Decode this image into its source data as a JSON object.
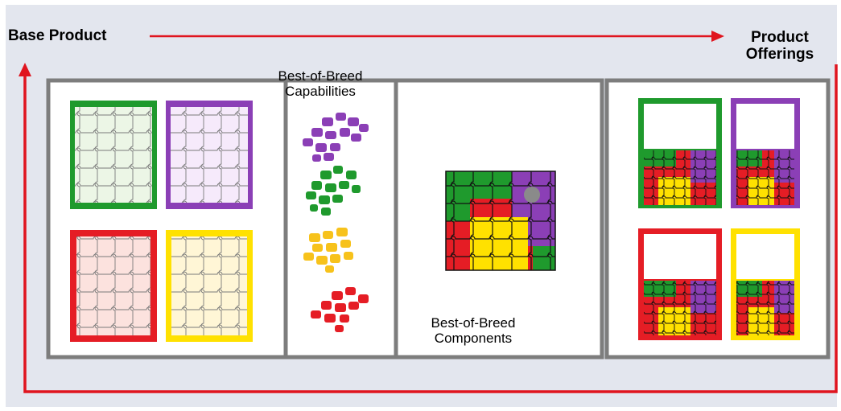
{
  "labels": {
    "base_product": "Base Product",
    "product_offerings_line1": "Product",
    "product_offerings_line2": "Offerings",
    "capabilities_line1": "Best-of-Breed",
    "capabilities_line2": "Capabilities",
    "components_line1": "Best-of-Breed",
    "components_line2": "Components"
  },
  "colors": {
    "background": "#e3e6ee",
    "arrow": "#e0141e",
    "panel_frame": "#7d7d7d",
    "green": "#1f9a2d",
    "purple": "#8b3fb6",
    "red": "#e51d25",
    "yellow": "#ffe100",
    "green_light": "#ecf6e6",
    "purple_light": "#f6eafb",
    "red_light": "#fce2de",
    "yellow_light": "#fff6d6"
  }
}
